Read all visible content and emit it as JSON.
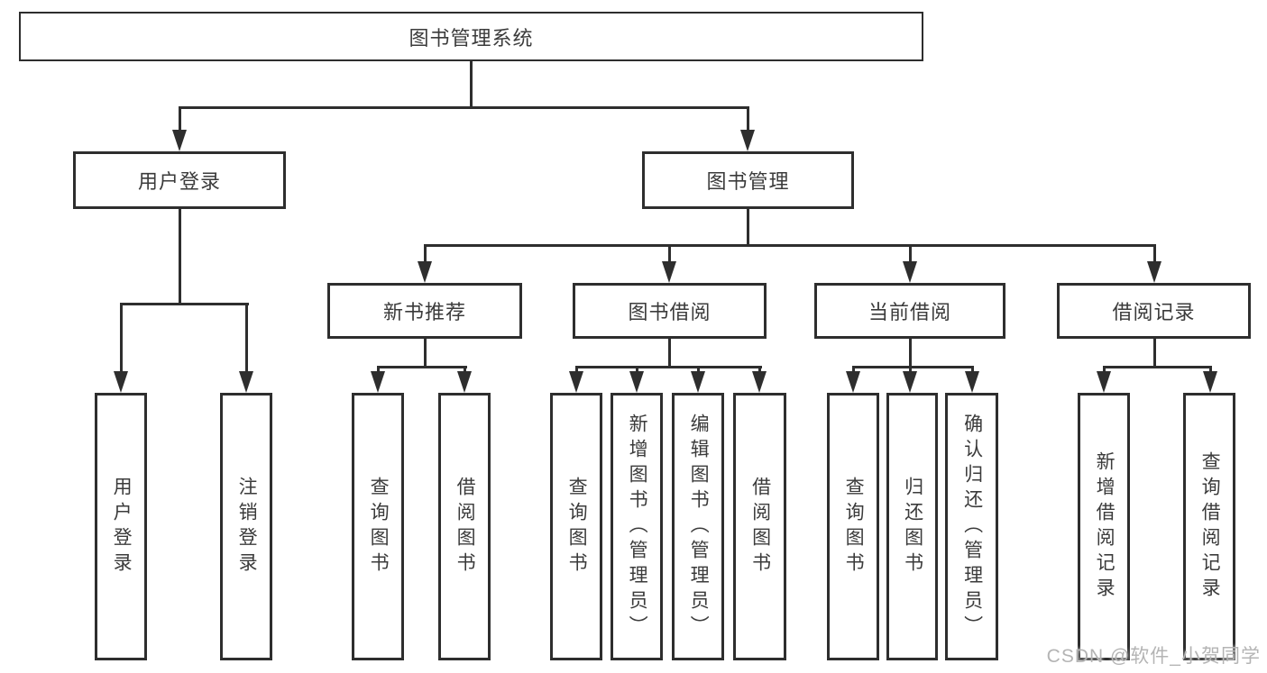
{
  "tree": {
    "label": "图书管理系统",
    "children": [
      {
        "label": "用户登录",
        "children": [
          {
            "label": "用户登录"
          },
          {
            "label": "注销登录"
          }
        ]
      },
      {
        "label": "图书管理",
        "children": [
          {
            "label": "新书推荐",
            "children": [
              {
                "label": "查询图书"
              },
              {
                "label": "借阅图书"
              }
            ]
          },
          {
            "label": "图书借阅",
            "children": [
              {
                "label": "查询图书"
              },
              {
                "label": "新增图书（管理员）"
              },
              {
                "label": "编辑图书（管理员）"
              },
              {
                "label": "借阅图书"
              }
            ]
          },
          {
            "label": "当前借阅",
            "children": [
              {
                "label": "查询图书"
              },
              {
                "label": "归还图书"
              },
              {
                "label": "确认归还（管理员）"
              }
            ]
          },
          {
            "label": "借阅记录",
            "children": [
              {
                "label": "新增借阅记录"
              },
              {
                "label": "查询借阅记录"
              }
            ]
          }
        ]
      }
    ]
  },
  "watermark": {
    "text": "CSDN @软件_小贺同学"
  },
  "colors": {
    "line": "#2e2e2e",
    "text": "#3b3b3b",
    "background": "#ffffff",
    "watermark": "#b4b4b4"
  }
}
